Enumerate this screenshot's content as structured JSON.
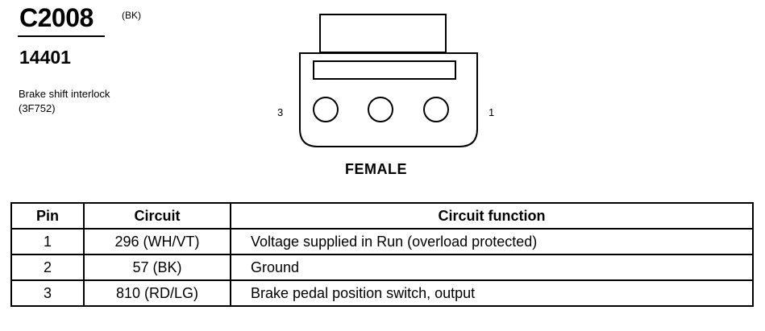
{
  "connector": {
    "id": "C2008",
    "color_code": "(BK)",
    "part_number": "14401",
    "description_line1": "Brake shift interlock",
    "description_line2": "(3F752)"
  },
  "diagram": {
    "left_pin_label": "3",
    "right_pin_label": "1",
    "gender_label": "FEMALE"
  },
  "table": {
    "headers": [
      "Pin",
      "Circuit",
      "Circuit function"
    ],
    "rows": [
      {
        "pin": "1",
        "circuit": "296 (WH/VT)",
        "function": "Voltage supplied in Run (overload protected)"
      },
      {
        "pin": "2",
        "circuit": "57 (BK)",
        "function": "Ground"
      },
      {
        "pin": "3",
        "circuit": "810 (RD/LG)",
        "function": "Brake pedal position switch, output"
      }
    ]
  }
}
